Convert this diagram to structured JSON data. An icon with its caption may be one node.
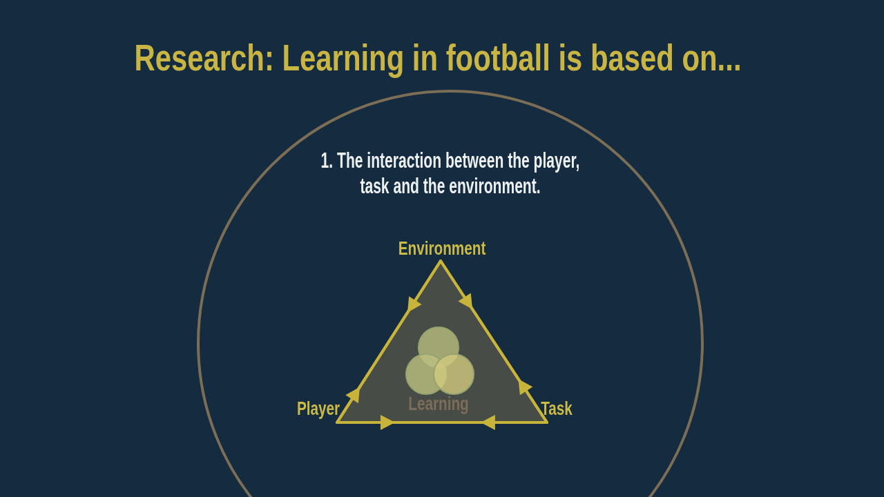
{
  "diagram": {
    "title": "Research: Learning in football is based on...",
    "nodes": [
      {
        "text": [
          "1. The interaction between the player, task and the environment."
        ]
      },
      {
        "text": [
          "Environment"
        ],
        "in": 0
      },
      {
        "text": [
          "Player"
        ],
        "in": 0
      },
      {
        "text": [
          "Task"
        ],
        "in": 0
      }
    ],
    "edges": [
      {
        "from": 1,
        "to": 2,
        "arrow": "both"
      },
      {
        "from": 1,
        "to": 3,
        "arrow": "both"
      },
      {
        "from": 2,
        "to": 3,
        "arrow": "both"
      }
    ],
    "labels": [
      "Learning"
    ]
  }
}
